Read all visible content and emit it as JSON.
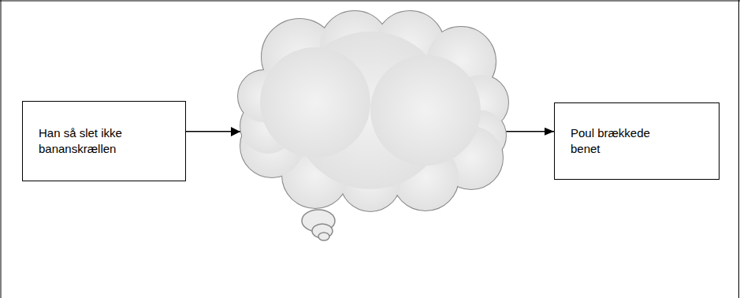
{
  "diagram": {
    "nodes": [
      {
        "text": [
          "Han så slet ikke bananskrællen"
        ]
      },
      {
        "text": [
          "Poul brækkede benet"
        ]
      }
    ],
    "edges": [
      {
        "from": 0,
        "to": 1,
        "arrow": "to"
      }
    ]
  }
}
